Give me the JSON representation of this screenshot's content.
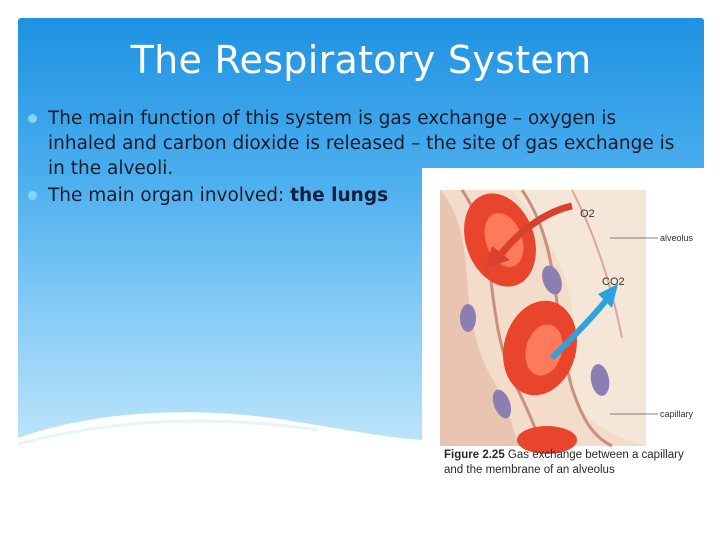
{
  "slide": {
    "title": "The Respiratory System",
    "bullets": [
      {
        "text": "The main function of this system is gas exchange – oxygen is inhaled and carbon dioxide is released – the site of gas exchange is in the alveoli."
      },
      {
        "text_prefix": "The main organ involved: ",
        "text_strong": "the lungs"
      }
    ]
  },
  "figure": {
    "labels": {
      "o2": "O2",
      "co2": "CO2",
      "alveolus": "alveolus",
      "capillary": "capillary"
    },
    "caption_number": "Figure 2.25",
    "caption_text": " Gas exchange between a capillary and the membrane of an alveolus"
  },
  "colors": {
    "slide_top": "#1e92e2",
    "slide_bottom": "#c7e9fb",
    "bullet_dot": "#7fd6f7",
    "red_cell": "#e8452c",
    "arrow_o2": "#d9402e",
    "arrow_co2": "#2aa3e0"
  }
}
